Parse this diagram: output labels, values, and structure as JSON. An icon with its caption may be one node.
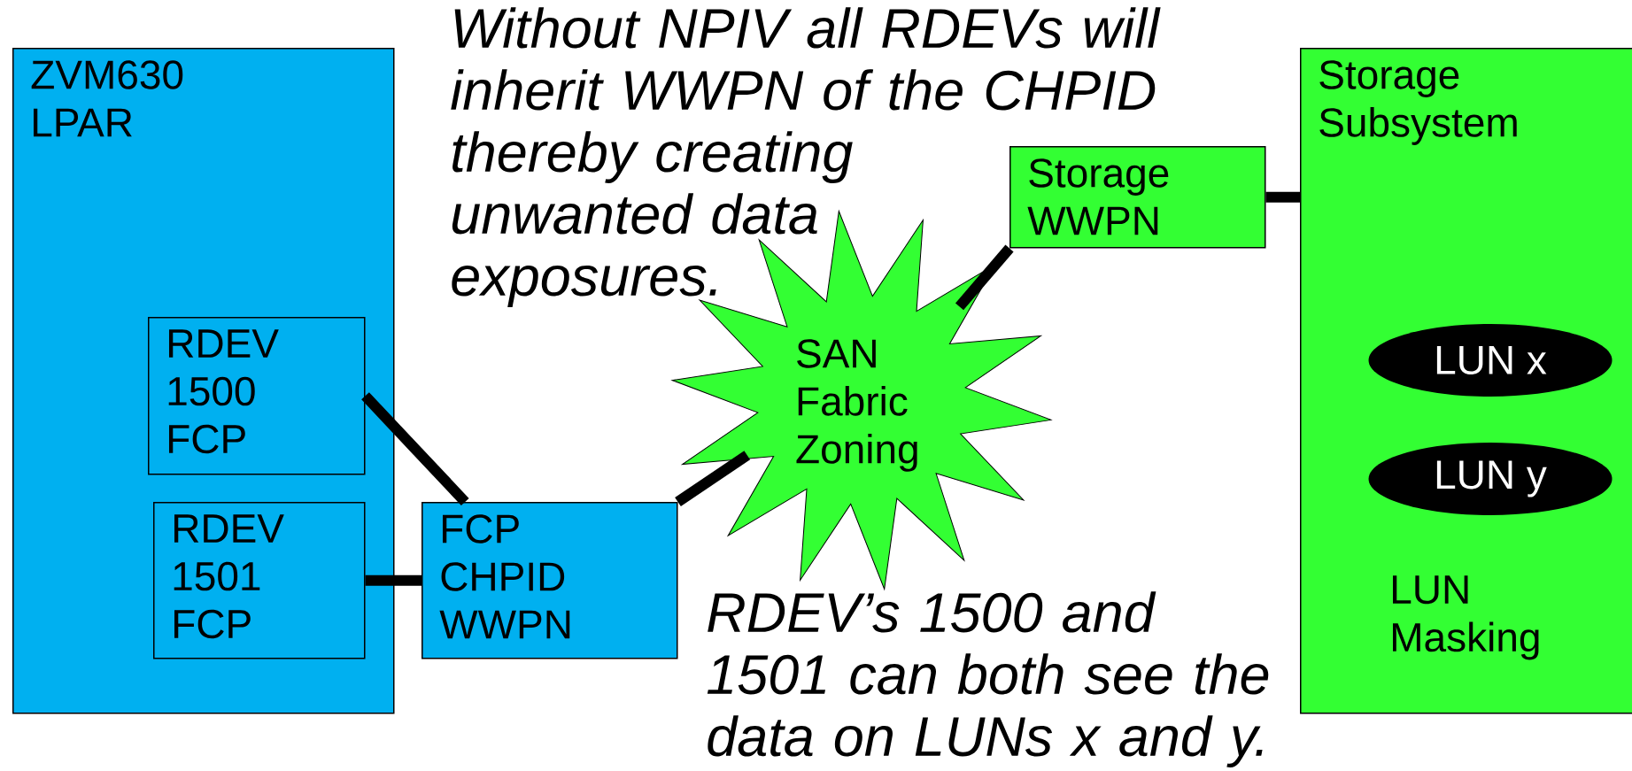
{
  "diagram": {
    "nodes": [
      {
        "text": [
          "ZVM630 LPAR"
        ]
      },
      {
        "text": [
          "RDEV 1500 FCP"
        ],
        "in": 0
      },
      {
        "text": [
          "RDEV 1501 FCP"
        ],
        "in": 0
      },
      {
        "text": [
          "FCP CHPID WWPN"
        ]
      },
      {
        "text": [
          "SAN Fabric Zoning"
        ]
      },
      {
        "text": [
          "Storage Subsystem",
          "LUN Masking"
        ]
      },
      {
        "text": [
          "Storage WWPN"
        ]
      },
      {
        "text": [
          "LUN x"
        ],
        "in": 5
      },
      {
        "text": [
          "LUN y"
        ],
        "in": 5
      }
    ],
    "edges": [
      {
        "from": 1,
        "to": 3,
        "arrow": "none"
      },
      {
        "from": 2,
        "to": 3,
        "arrow": "none"
      },
      {
        "from": 3,
        "to": 4,
        "arrow": "none"
      },
      {
        "from": 4,
        "to": 6,
        "arrow": "none"
      },
      {
        "from": 6,
        "to": 5,
        "arrow": "none"
      }
    ],
    "labels": [
      "Without NPIV all RDEVs will inherit WWPN of the CHPID thereby creating unwanted data exposures.",
      "RDEV’s 1500 and 1501 can both see the data on LUNs x and y."
    ]
  }
}
